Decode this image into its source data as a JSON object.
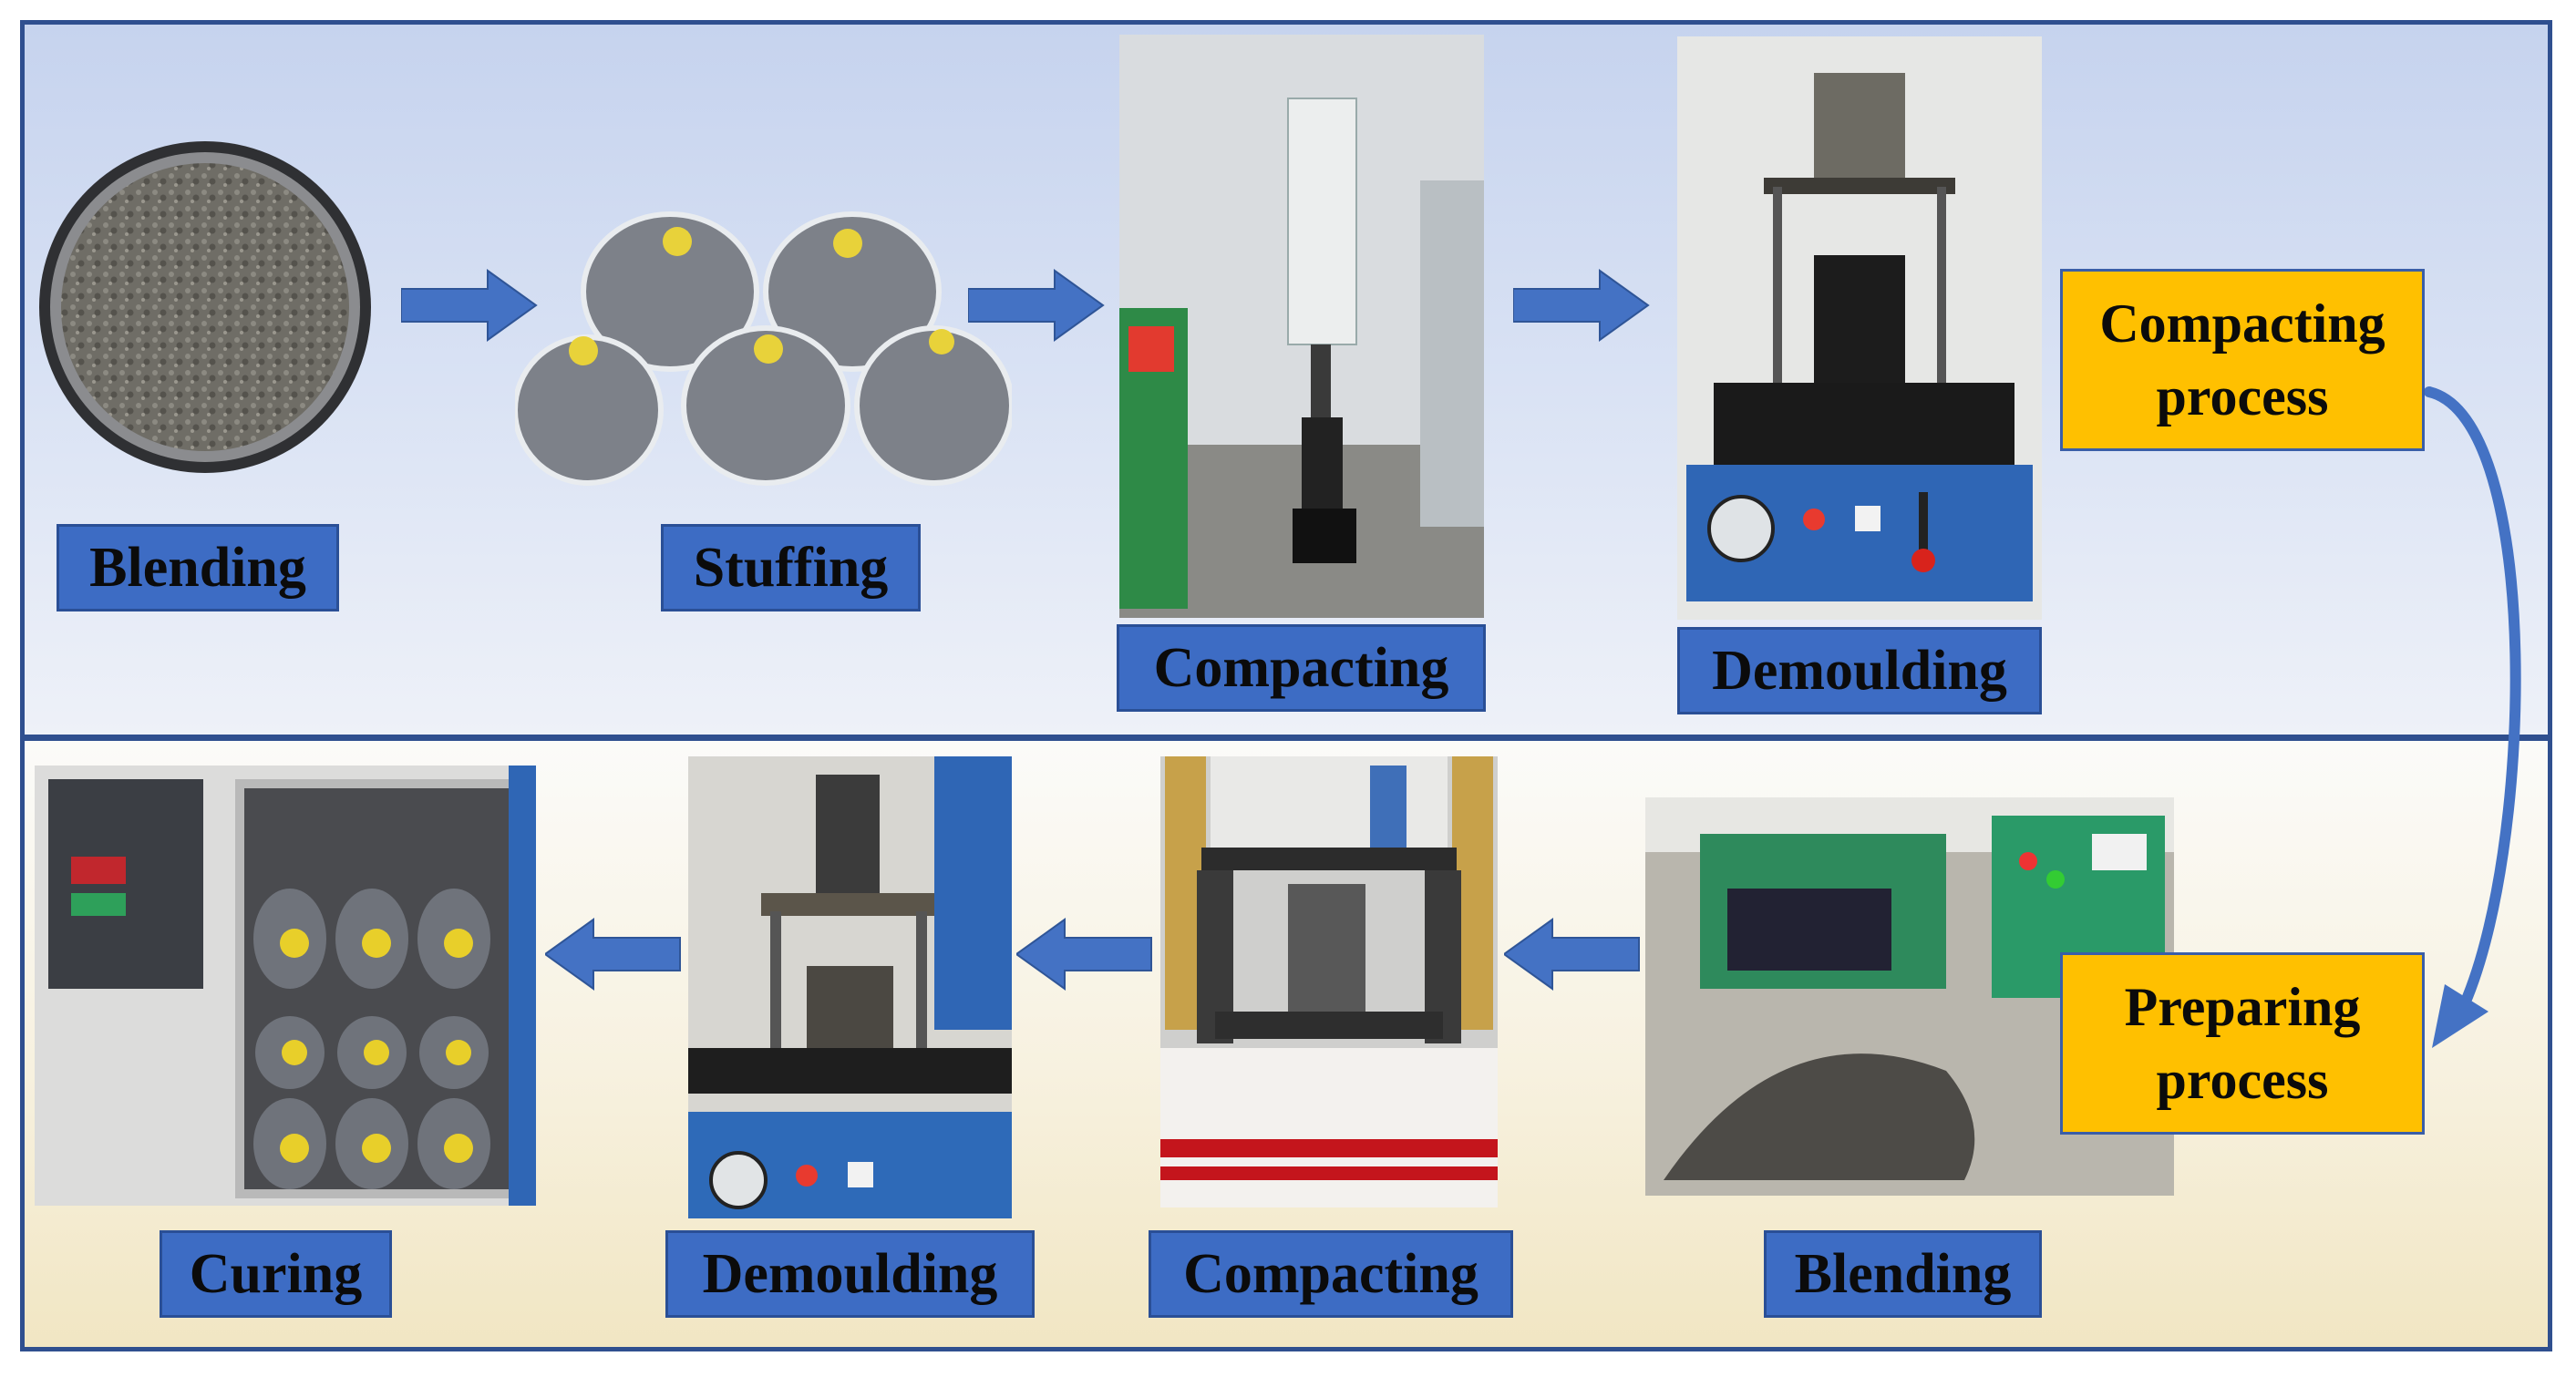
{
  "colors": {
    "frame": "#2f4f8f",
    "label_fill": "#3d6cc4",
    "stage_fill": "#ffc000",
    "arrow": "#4472c4"
  },
  "top_row": {
    "steps": [
      {
        "label": "Blending",
        "photo": "mixed-soil-bowl-image"
      },
      {
        "label": "Stuffing",
        "photo": "sample-bags-image"
      },
      {
        "label": "Compacting",
        "photo": "compaction-machine-image"
      },
      {
        "label": "Demoulding",
        "photo": "demoulding-press-image"
      }
    ],
    "stage_title": [
      "Compacting",
      "process"
    ]
  },
  "bottom_row": {
    "steps": [
      {
        "label": "Curing",
        "photo": "curing-chamber-image"
      },
      {
        "label": "Demoulding",
        "photo": "demoulding-press-image"
      },
      {
        "label": "Compacting",
        "photo": "compression-machine-image"
      },
      {
        "label": "Blending",
        "photo": "mixer-and-soil-pile-image"
      }
    ],
    "stage_title": [
      "Preparing",
      "process"
    ]
  }
}
